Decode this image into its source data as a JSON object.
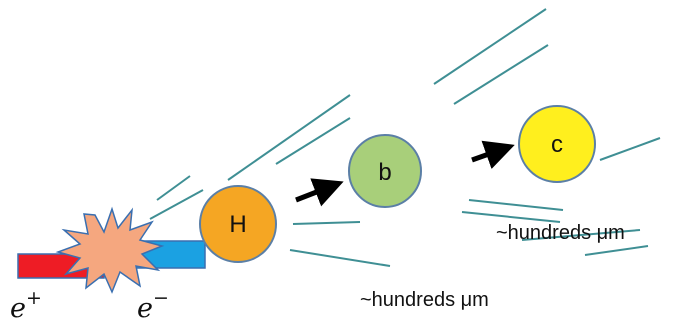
{
  "beams": {
    "positron": {
      "base": "e",
      "sup": "+",
      "color": "#ee1c25"
    },
    "electron": {
      "base": "e",
      "sup": "−",
      "color": "#1ba1e2"
    }
  },
  "collision": {
    "color": "#f5a77f",
    "icon": "starburst-collision-icon"
  },
  "particles": [
    {
      "id": "higgs",
      "label": "H",
      "fill": "#f5a623",
      "stroke": "#5b7fa6"
    },
    {
      "id": "bottom",
      "label": "b",
      "fill": "#a8cf7a",
      "stroke": "#5b7fa6"
    },
    {
      "id": "charm",
      "label": "c",
      "fill": "#ffef1e",
      "stroke": "#5b7fa6"
    }
  ],
  "distances": {
    "upper": "~hundreds μm",
    "lower": "~hundreds μm"
  },
  "colors": {
    "track": "#3f8f94",
    "arrow": "#000000"
  }
}
